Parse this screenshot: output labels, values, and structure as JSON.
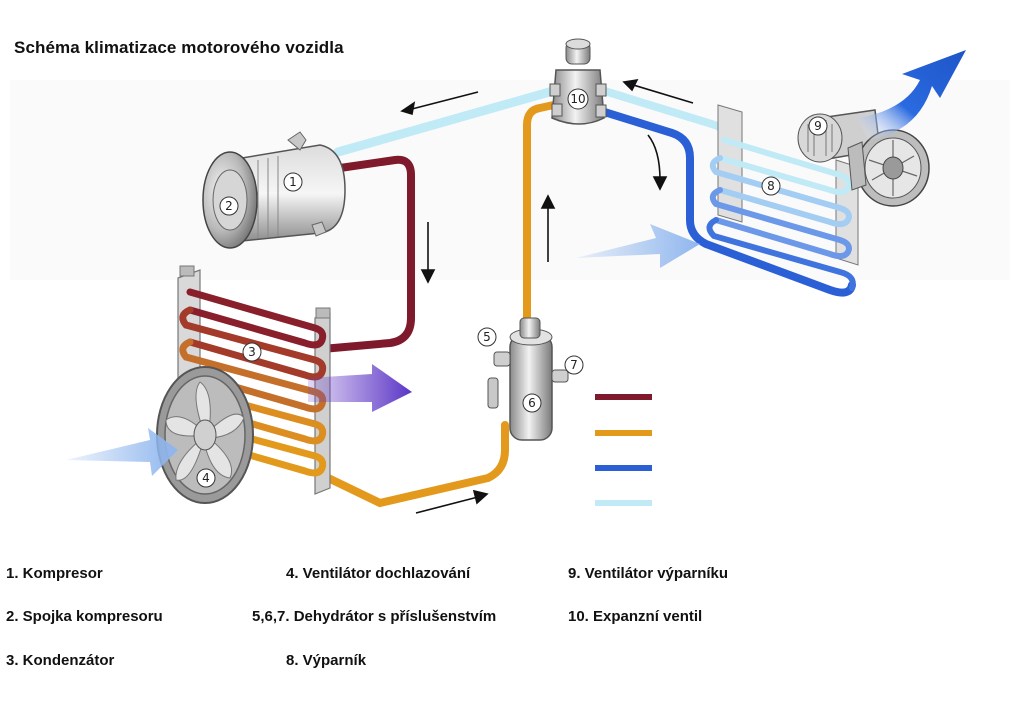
{
  "title": "Schéma klimatizace motorového vozidla",
  "colors": {
    "high_pressure_gas": "#7e1a2c",
    "high_pressure_liquid": "#e39a1c",
    "low_pressure_liquid": "#2b5fd6",
    "low_pressure_gas": "#bfeaf6",
    "airflow_cool": "#8fb6ee",
    "airflow_hot": "#6a3fc8",
    "airflow_out": "#2a6ae0"
  },
  "component_numbers": [
    "1",
    "2",
    "3",
    "4",
    "5",
    "6",
    "7",
    "8",
    "9",
    "10"
  ],
  "legend": [
    "1. Kompresor",
    "2. Spojka kompresoru",
    "3. Kondenzátor",
    "4. Ventilátor dochlazování",
    "5,6,7. Dehydrátor s příslušenstvím",
    "8. Výparník",
    "9. Ventilátor výparníku",
    "10. Expanzní ventil"
  ]
}
